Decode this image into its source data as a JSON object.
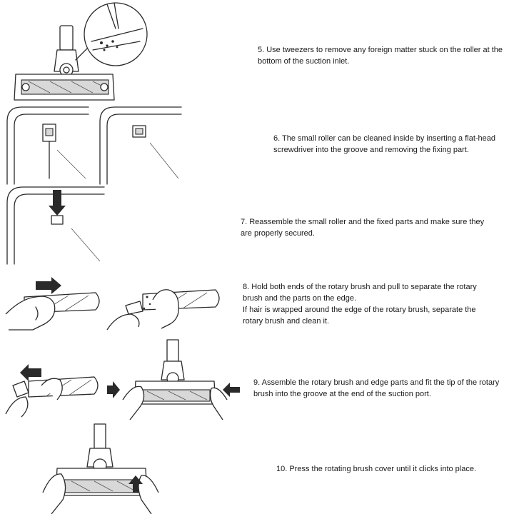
{
  "steps": [
    {
      "lines": [
        "5. Use tweezers to remove any foreign matter stuck on the roller at the",
        "bottom of the suction inlet."
      ]
    },
    {
      "lines": [
        "6. The small roller can be cleaned inside by inserting a flat-head",
        "screwdriver into the groove and removing the fixing part."
      ]
    },
    {
      "lines": [
        "7. Reassemble the small roller and the fixed parts and make sure they",
        "are properly secured."
      ]
    },
    {
      "lines": [
        "8. Hold both ends of the rotary brush and pull to separate the rotary",
        "brush and the parts on the edge.",
        "If hair is wrapped around the edge of the rotary brush, separate the",
        "rotary brush and clean it."
      ]
    },
    {
      "lines": [
        "9. Assemble the rotary brush and edge parts and fit the tip of the rotary",
        "brush into the groove at the end of the suction port."
      ]
    },
    {
      "lines": [
        "10. Press the rotating brush cover until it clicks into place."
      ]
    }
  ]
}
